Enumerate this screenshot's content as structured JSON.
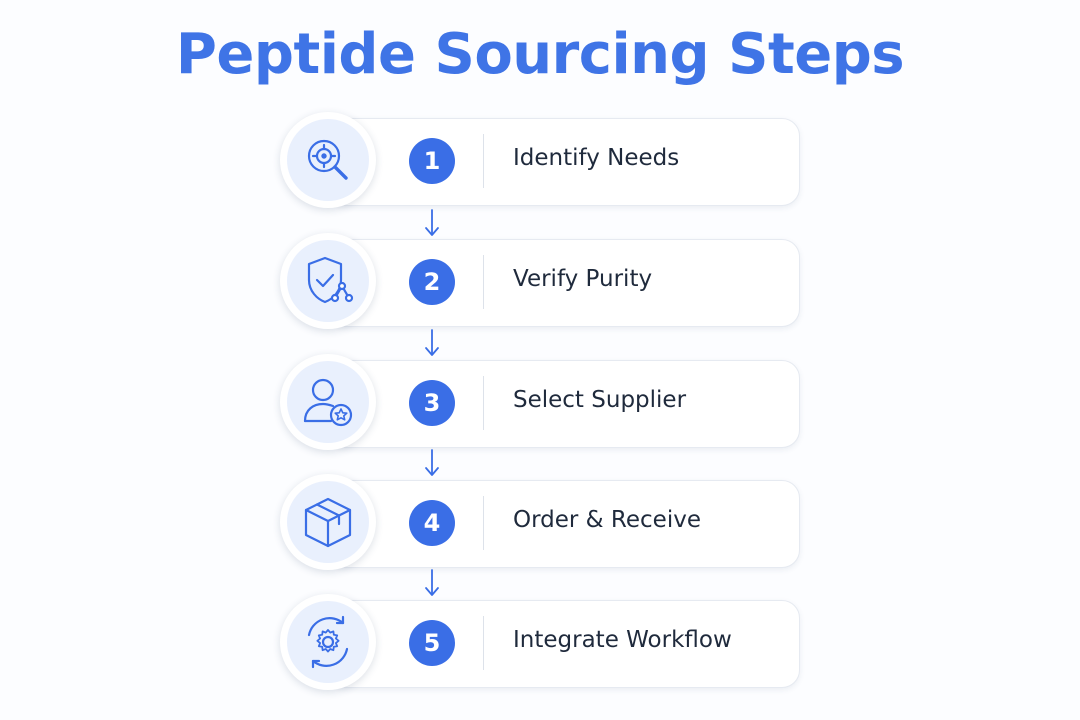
{
  "title": "Peptide Sourcing Steps",
  "accent_color": "#3a6ee6",
  "steps": [
    {
      "number": "1",
      "label": "Identify Needs",
      "icon": "magnifier-target-icon"
    },
    {
      "number": "2",
      "label": "Verify Purity",
      "icon": "shield-check-molecule-icon"
    },
    {
      "number": "3",
      "label": "Select Supplier",
      "icon": "person-star-icon"
    },
    {
      "number": "4",
      "label": "Order & Receive",
      "icon": "package-box-icon"
    },
    {
      "number": "5",
      "label": "Integrate Workflow",
      "icon": "gear-cycle-icon"
    }
  ]
}
